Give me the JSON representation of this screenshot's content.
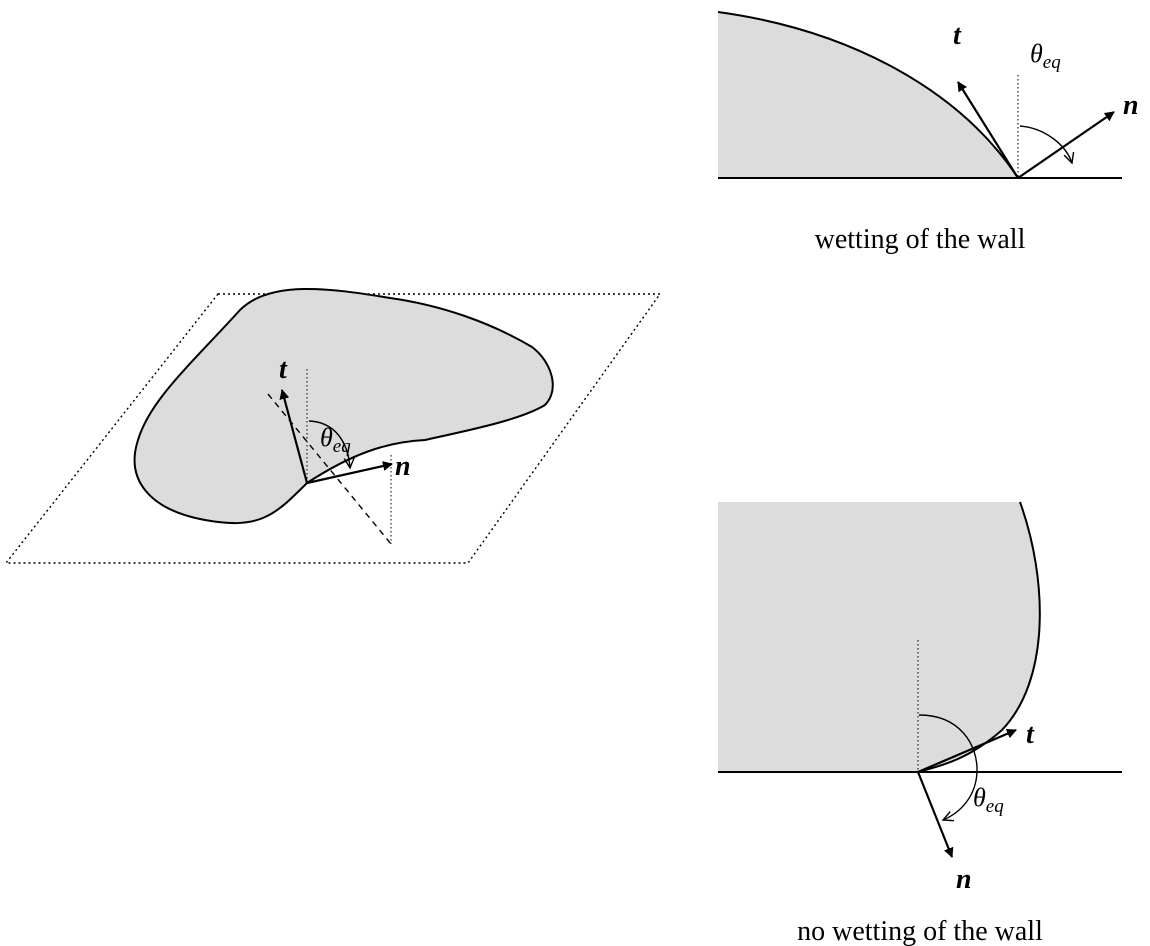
{
  "colors": {
    "fluid_fill": "#dcdcdc",
    "ink": "#000000",
    "background": "#ffffff"
  },
  "panel_3d": {
    "tangent_label": "t",
    "normal_label": "n",
    "angle_symbol": "θ",
    "angle_subscript": "eq"
  },
  "panel_wetting": {
    "tangent_label": "t",
    "normal_label": "n",
    "angle_symbol": "θ",
    "angle_subscript": "eq",
    "caption": "wetting of the wall"
  },
  "panel_no_wetting": {
    "tangent_label": "t",
    "normal_label": "n",
    "angle_symbol": "θ",
    "angle_subscript": "eq",
    "caption": "no wetting of the wall"
  }
}
